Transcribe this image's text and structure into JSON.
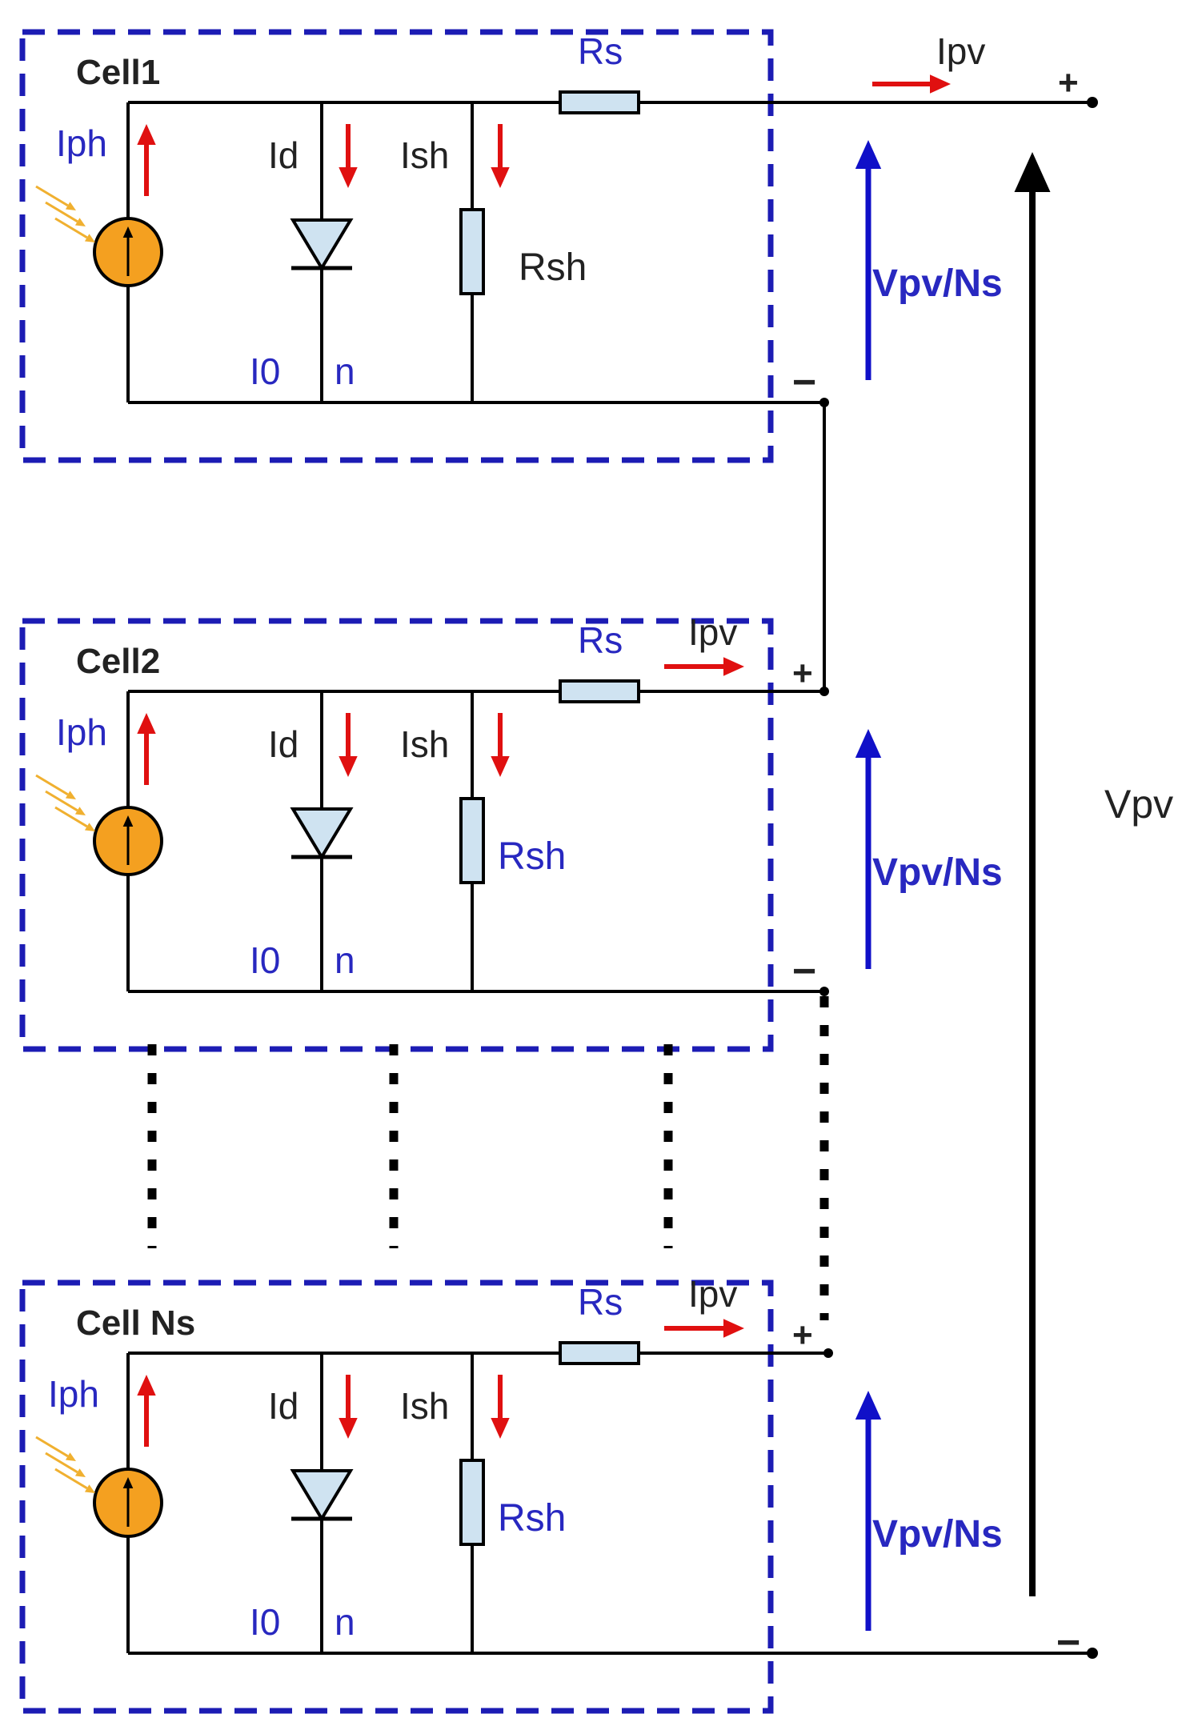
{
  "colors": {
    "box": "#1c1cb4",
    "wire": "#000000",
    "current_arrow": "#e01010",
    "voltage_arrow": "#1010c8",
    "source_fill": "#f4a020",
    "element_fill": "#cfe3f1",
    "light_ray": "#f0b030",
    "blue_text": "#2828c0",
    "dark_text": "#222222"
  },
  "cells": [
    {
      "title": "Cell1",
      "iph": "Iph",
      "id": "Id",
      "ish": "Ish",
      "rsh": "Rsh",
      "rs": "Rs",
      "i0": "I0",
      "n": "n",
      "ipv": "Ipv",
      "vcell": "Vpv/Ns",
      "plus": "+",
      "minus": "−"
    },
    {
      "title": "Cell2",
      "iph": "Iph",
      "id": "Id",
      "ish": "Ish",
      "rsh": "Rsh",
      "rs": "Rs",
      "i0": "I0",
      "n": "n",
      "ipv": "Ipv",
      "vcell": "Vpv/Ns",
      "plus": "+",
      "minus": "−"
    },
    {
      "title": "Cell Ns",
      "iph": "Iph",
      "id": "Id",
      "ish": "Ish",
      "rsh": "Rsh",
      "rs": "Rs",
      "i0": "I0",
      "n": "n",
      "ipv": "Ipv",
      "vcell": "Vpv/Ns",
      "plus": "+",
      "minus": "−"
    }
  ],
  "terminals": {
    "top_plus": "+",
    "bottom_minus": "−"
  },
  "total_voltage": "Vpv"
}
